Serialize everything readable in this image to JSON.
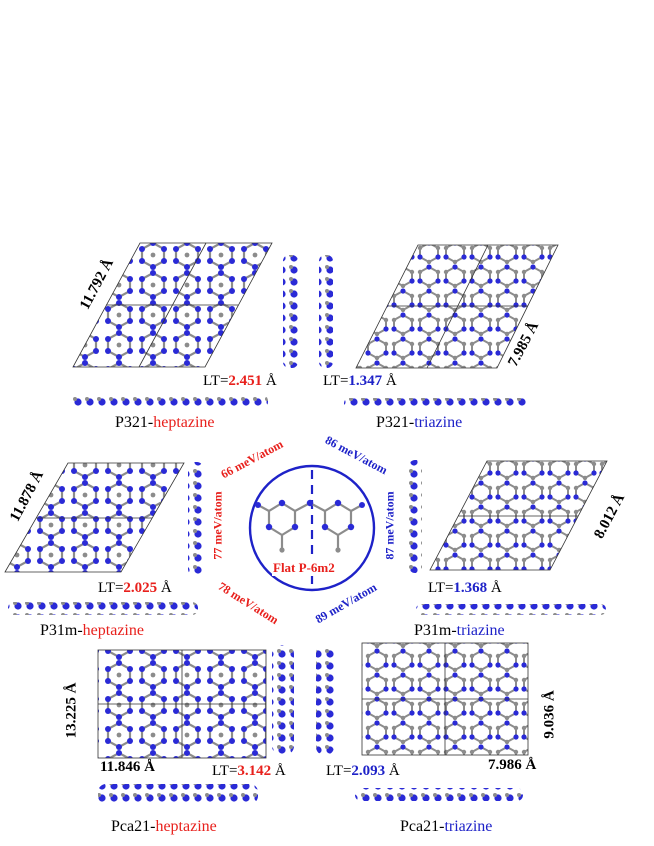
{
  "structures": {
    "p321_heptazine": {
      "space_group": "P321-",
      "motif": "heptazine",
      "lattice": "11.792 Å",
      "lt_prefix": "LT=",
      "lt_value": "2.451",
      "lt_unit": " Å"
    },
    "p321_triazine": {
      "space_group": "P321-",
      "motif": "triazine",
      "lattice": "7.985 Å",
      "lt_prefix": "LT=",
      "lt_value": "1.347",
      "lt_unit": " Å"
    },
    "p31m_heptazine": {
      "space_group": "P31m-",
      "motif": "heptazine",
      "lattice": "11.878 Å",
      "lt_prefix": "LT=",
      "lt_value": "2.025",
      "lt_unit": " Å"
    },
    "p31m_triazine": {
      "space_group": "P31m-",
      "motif": "triazine",
      "lattice": "8.012 Å",
      "lt_prefix": "LT=",
      "lt_value": "1.368",
      "lt_unit": " Å"
    },
    "pca21_heptazine": {
      "space_group": "Pca21-",
      "motif": "heptazine",
      "lattice_a": "11.846 Å",
      "lattice_b": "13.225 Å",
      "lt_prefix": "LT=",
      "lt_value": "3.142",
      "lt_unit": " Å"
    },
    "pca21_triazine": {
      "space_group": "Pca21-",
      "motif": "triazine",
      "lattice_a": "7.986 Å",
      "lattice_b": "9.036 Å",
      "lt_prefix": "LT=",
      "lt_value": "2.093",
      "lt_unit": " Å"
    }
  },
  "energies": {
    "p321_heptazine": "66 meV/atom",
    "p321_triazine": "86 meV/atom",
    "p31m_heptazine": "77 meV/atom",
    "p31m_triazine": "87 meV/atom",
    "pca21_heptazine": "78 meV/atom",
    "pca21_triazine": "89 meV/atom"
  },
  "center": {
    "label": "Flat P-6m2"
  },
  "colors": {
    "heptazine": "#e8201c",
    "triazine": "#1e22c8",
    "nitrogen": "#2a2ad6",
    "carbon": "#8c8c8c",
    "cell": "#333333"
  }
}
